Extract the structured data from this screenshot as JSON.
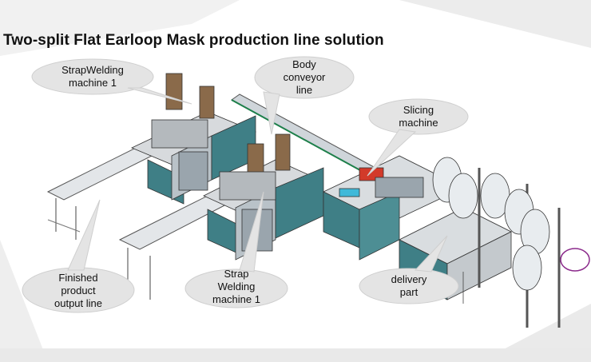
{
  "title": "Two-split Flat Earloop Mask production line solution",
  "callouts": {
    "strap_welding_1": {
      "line1": "StrapWelding",
      "line2": "machine 1"
    },
    "body_conveyor": {
      "line1": "Body",
      "line2": "conveyor",
      "line3": "line"
    },
    "slicing": {
      "line1": "Slicing",
      "line2": "machine"
    },
    "finished_output": {
      "line1": "Finished",
      "line2": "product",
      "line3": "output line"
    },
    "strap_welding_2": {
      "line1": "Strap",
      "line2": "Welding",
      "line3": "machine 1"
    },
    "delivery": {
      "line1": "delivery",
      "line2": "part"
    }
  },
  "colors": {
    "cabinet": "#3f7f86",
    "frame": "#c9cdd2",
    "callout": "#e4e4e4",
    "accent_red": "#d23a2a",
    "accent_cyan": "#3fb9d9"
  }
}
